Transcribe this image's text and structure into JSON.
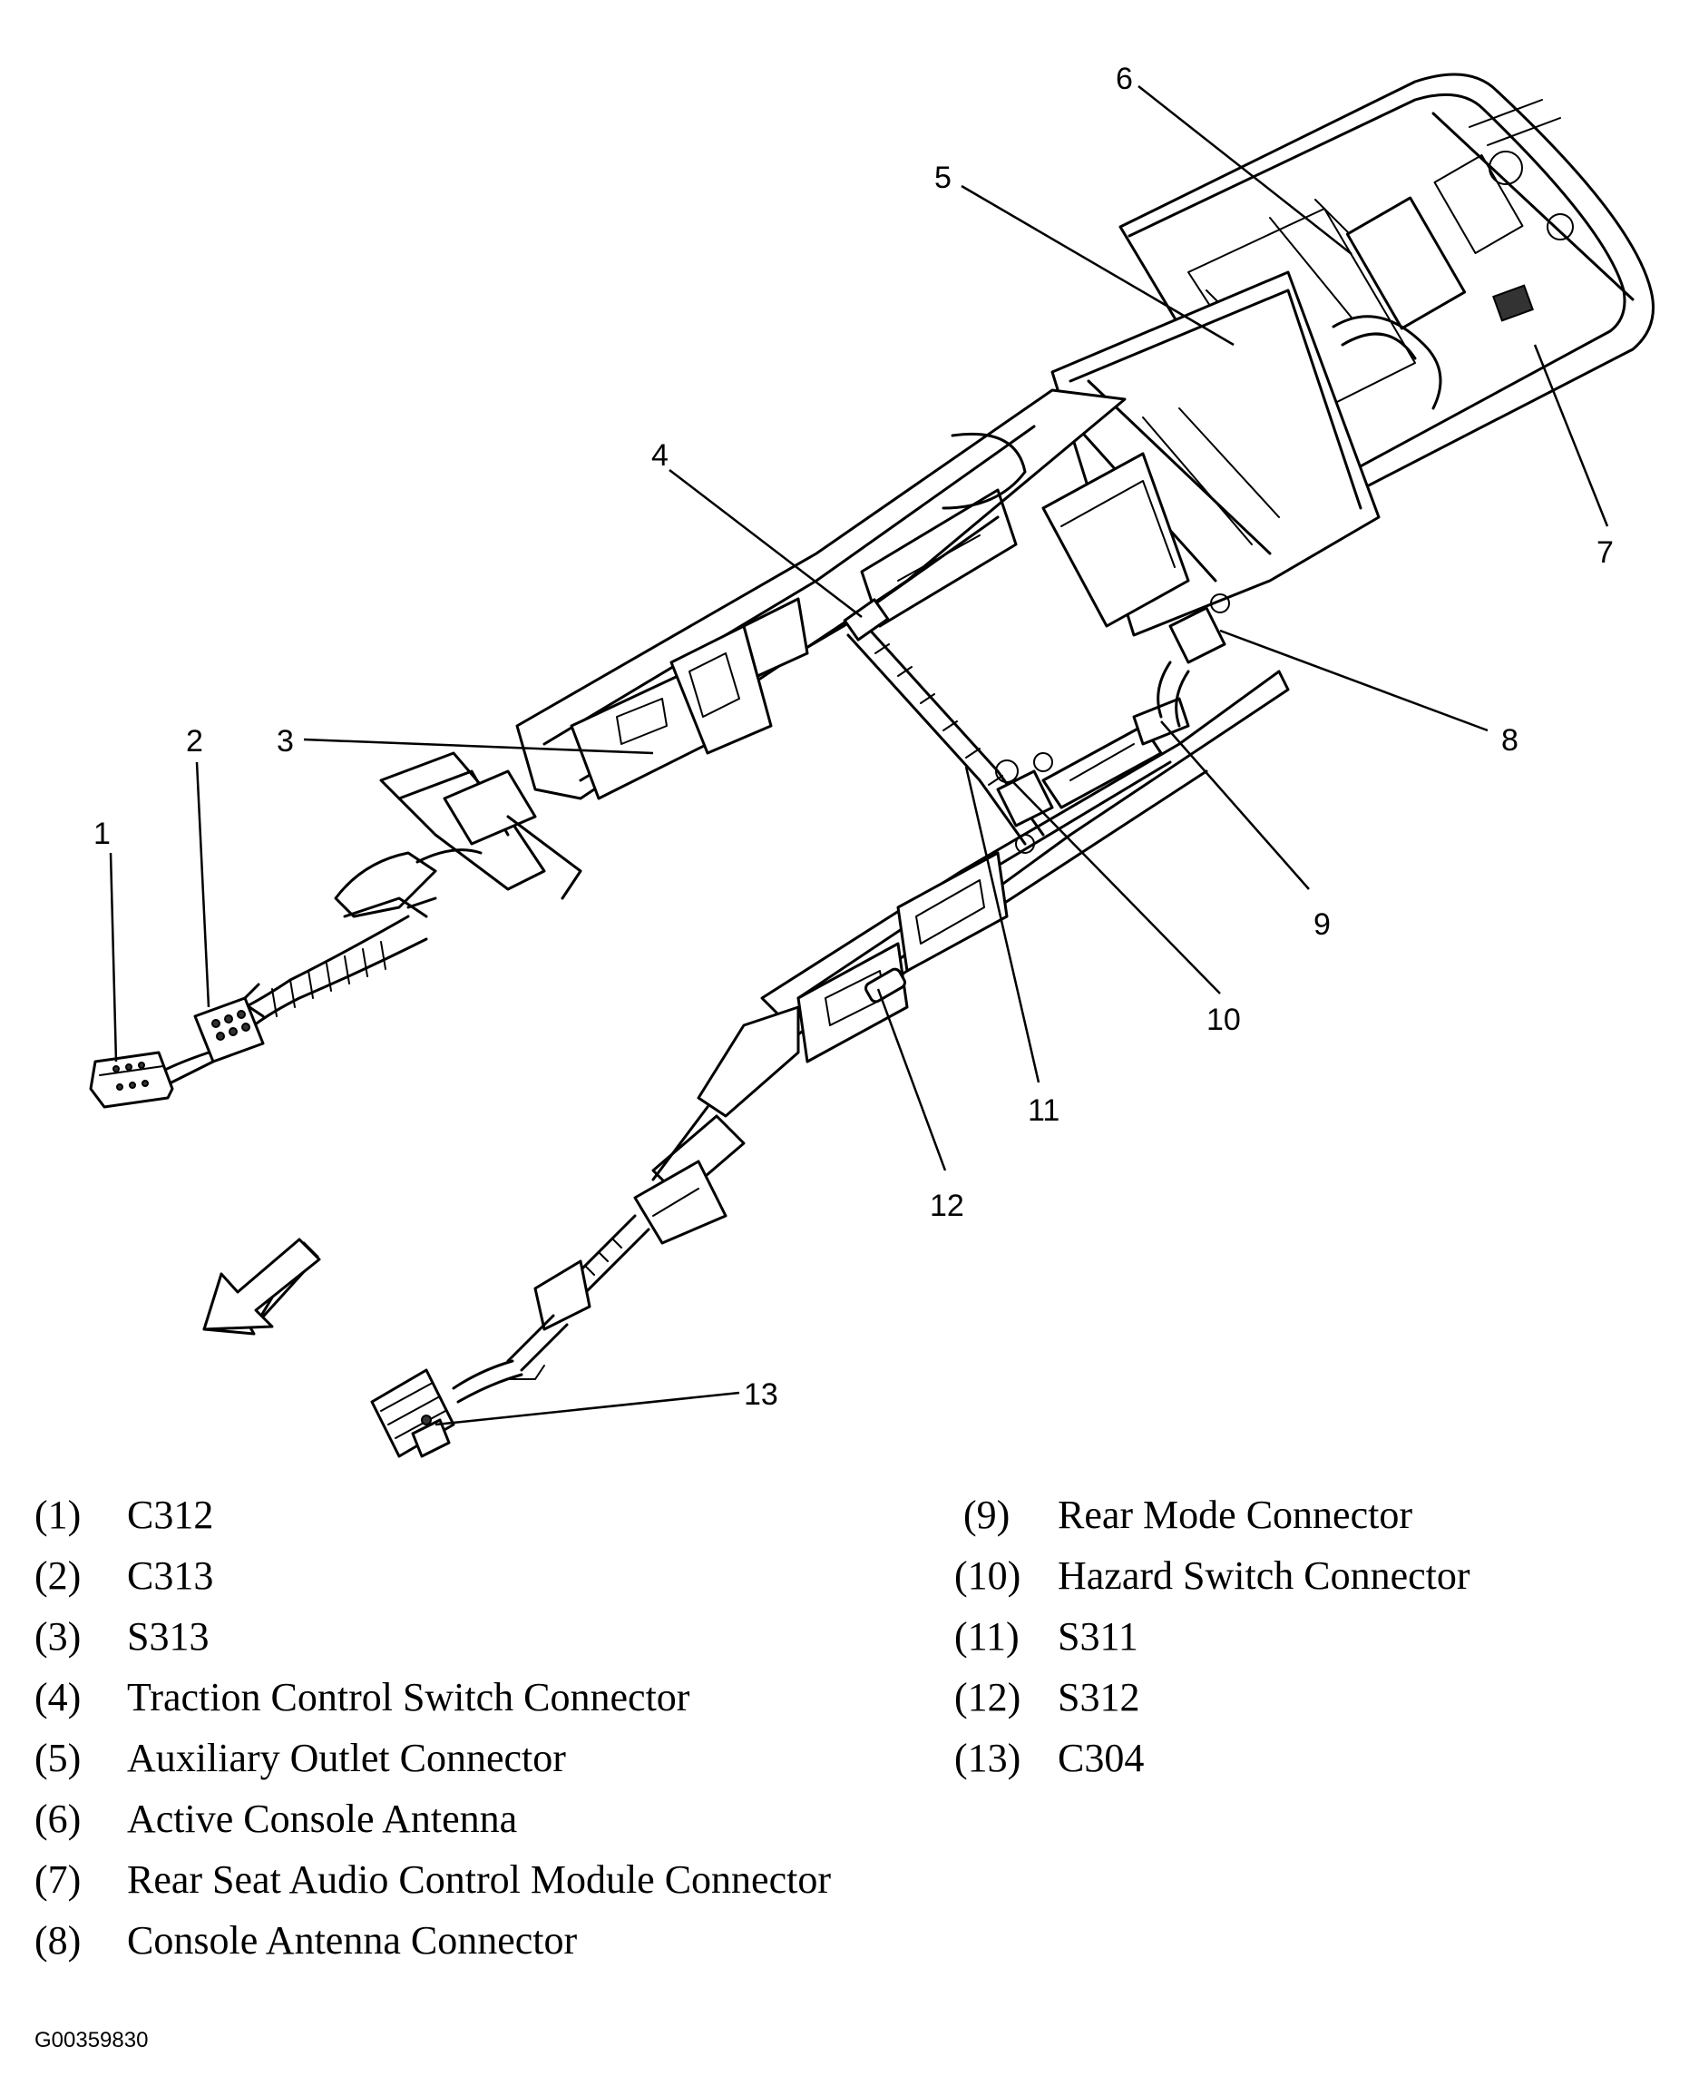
{
  "callouts": [
    {
      "n": "1"
    },
    {
      "n": "2"
    },
    {
      "n": "3"
    },
    {
      "n": "4"
    },
    {
      "n": "5"
    },
    {
      "n": "6"
    },
    {
      "n": "7"
    },
    {
      "n": "8"
    },
    {
      "n": "9"
    },
    {
      "n": "10"
    },
    {
      "n": "11"
    },
    {
      "n": "12"
    },
    {
      "n": "13"
    }
  ],
  "legend_left": [
    {
      "code": "(1)",
      "label": "C312"
    },
    {
      "code": "(2)",
      "label": "C313"
    },
    {
      "code": "(3)",
      "label": "S313"
    },
    {
      "code": "(4)",
      "label": "Traction Control Switch Connector"
    },
    {
      "code": "(5)",
      "label": "Auxiliary Outlet Connector"
    },
    {
      "code": "(6)",
      "label": "Active Console Antenna"
    },
    {
      "code": "(7)",
      "label": "Rear Seat Audio Control Module Connector"
    },
    {
      "code": "(8)",
      "label": "Console Antenna Connector"
    }
  ],
  "legend_right": [
    {
      "code": "(9)",
      "label": "Rear Mode Connector"
    },
    {
      "code": "(10)",
      "label": "Hazard Switch Connector"
    },
    {
      "code": "(11)",
      "label": "S311"
    },
    {
      "code": "(12)",
      "label": "S312"
    },
    {
      "code": "(13)",
      "label": "C304"
    }
  ],
  "figure_id": "G00359830"
}
